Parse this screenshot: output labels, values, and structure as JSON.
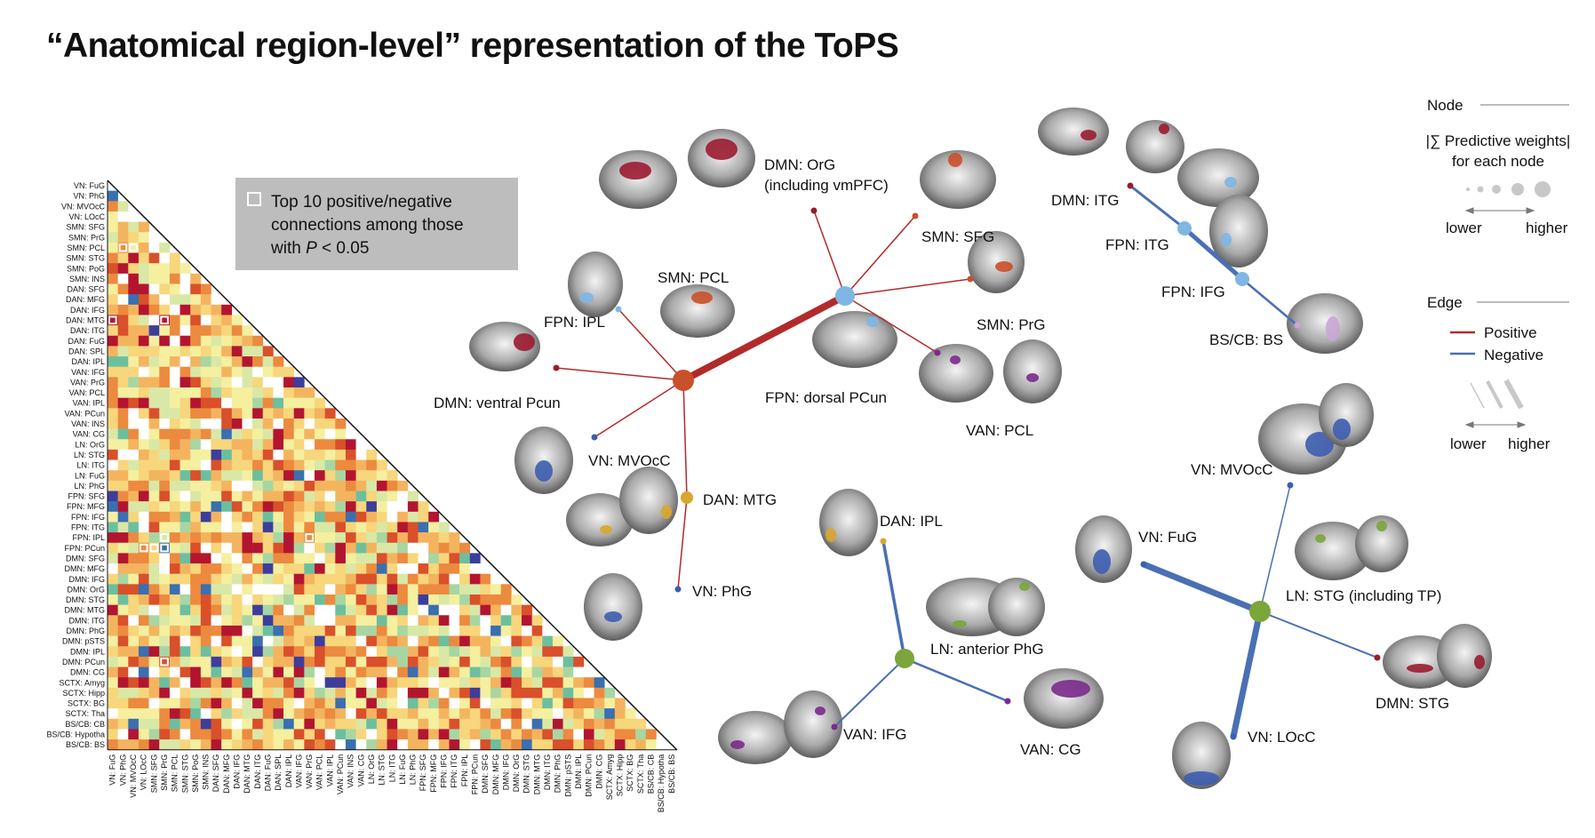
{
  "title": "“Anatomical region-level” representation of the ToPS",
  "note": {
    "line1": "Top 10 positive/negative",
    "line2": "connections among those",
    "line3_prefix": "with ",
    "line3_var": "P",
    "line3_suffix": " < 0.05"
  },
  "regions": [
    "VN: FuG",
    "VN: PhG",
    "VN: MVOcC",
    "VN: LOcC",
    "SMN: SFG",
    "SMN: PrG",
    "SMN: PCL",
    "SMN: STG",
    "SMN: PoG",
    "SMN: INS",
    "DAN: SFG",
    "DAN: MFG",
    "DAN: IFG",
    "DAN: MTG",
    "DAN: ITG",
    "DAN: FuG",
    "DAN: SPL",
    "DAN: IPL",
    "VAN: IFG",
    "VAN: PrG",
    "VAN: PCL",
    "VAN: IPL",
    "VAN: PCun",
    "VAN: INS",
    "VAN: CG",
    "LN: OrG",
    "LN: STG",
    "LN: ITG",
    "LN: FuG",
    "LN: PhG",
    "FPN: SFG",
    "FPN: MFG",
    "FPN: IFG",
    "FPN: ITG",
    "FPN: IPL",
    "FPN: PCun",
    "DMN: SFG",
    "DMN: MFG",
    "DMN: IFG",
    "DMN: OrG",
    "DMN: STG",
    "DMN: MTG",
    "DMN: ITG",
    "DMN: PhG",
    "DMN: pSTS",
    "DMN: IPL",
    "DMN: PCun",
    "DMN: CG",
    "SCTX: Amyg",
    "SCTX: Hipp",
    "SCTX: BG",
    "SCTX: Tha",
    "BS/CB: CB",
    "BS/CB: Hypotha",
    "BS/CB: BS"
  ],
  "legend": {
    "node_title": "Node",
    "node_desc1": "|∑ Predictive weights|",
    "node_desc2": "for each node",
    "lower": "lower",
    "higher": "higher",
    "edge_title": "Edge",
    "positive": "Positive",
    "negative": "Negative",
    "colors": {
      "positive": "#b22b2b",
      "negative": "#4a6fb3"
    }
  },
  "networks": [
    {
      "hub": {
        "label": "",
        "color": "#c9502a"
      },
      "nodes": [
        {
          "label": "FPN: IPL",
          "color": "#7fb6e3"
        },
        {
          "label": "DMN: ventral Pcun",
          "color": "#9b1b30"
        },
        {
          "label": "VN: MVOcC",
          "color": "#3d5db0"
        },
        {
          "label": "DAN: MTG",
          "color": "#d9a62e"
        },
        {
          "label": "VN: PhG",
          "color": "#3d5db0"
        },
        {
          "label": "SMN: PCL",
          "color": ""
        }
      ]
    },
    {
      "hub": {
        "label": "FPN: dorsal PCun",
        "color": "#7fb6e3"
      },
      "nodes": [
        {
          "label": "DMN: OrG",
          "color": "#9b1b30"
        },
        {
          "label": "(including vmPFC)",
          "color": ""
        },
        {
          "label": "SMN: SFG",
          "color": "#c9502a"
        },
        {
          "label": "SMN: PrG",
          "color": "#c9502a"
        },
        {
          "label": "VAN: PCL",
          "color": "#7b2a8c"
        }
      ]
    },
    {
      "hub": {
        "label": "",
        "color": "#7fb6e3"
      },
      "nodes": [
        {
          "label": "DMN: ITG",
          "color": "#9b1b30"
        },
        {
          "label": "FPN: ITG",
          "color": "#7fb6e3"
        },
        {
          "label": "FPN: IFG",
          "color": "#7fb6e3"
        },
        {
          "label": "BS/CB: BS",
          "color": "#c9a6d6"
        }
      ]
    },
    {
      "hub": {
        "label": "LN: anterior PhG",
        "color": "#7aa63a"
      },
      "nodes": [
        {
          "label": "DAN: IPL",
          "color": "#d9a62e"
        },
        {
          "label": "VAN: IFG",
          "color": "#7b2a8c"
        },
        {
          "label": "VAN: CG",
          "color": "#7b2a8c"
        }
      ]
    },
    {
      "hub": {
        "label": "LN: STG (including TP)",
        "color": "#7aa63a"
      },
      "nodes": [
        {
          "label": "VN: MVOcC",
          "color": "#3d5db0"
        },
        {
          "label": "VN: FuG",
          "color": "#3d5db0"
        },
        {
          "label": "DMN: STG",
          "color": "#9b1b30"
        },
        {
          "label": "VN: LOcC",
          "color": "#3d5db0"
        }
      ]
    }
  ]
}
